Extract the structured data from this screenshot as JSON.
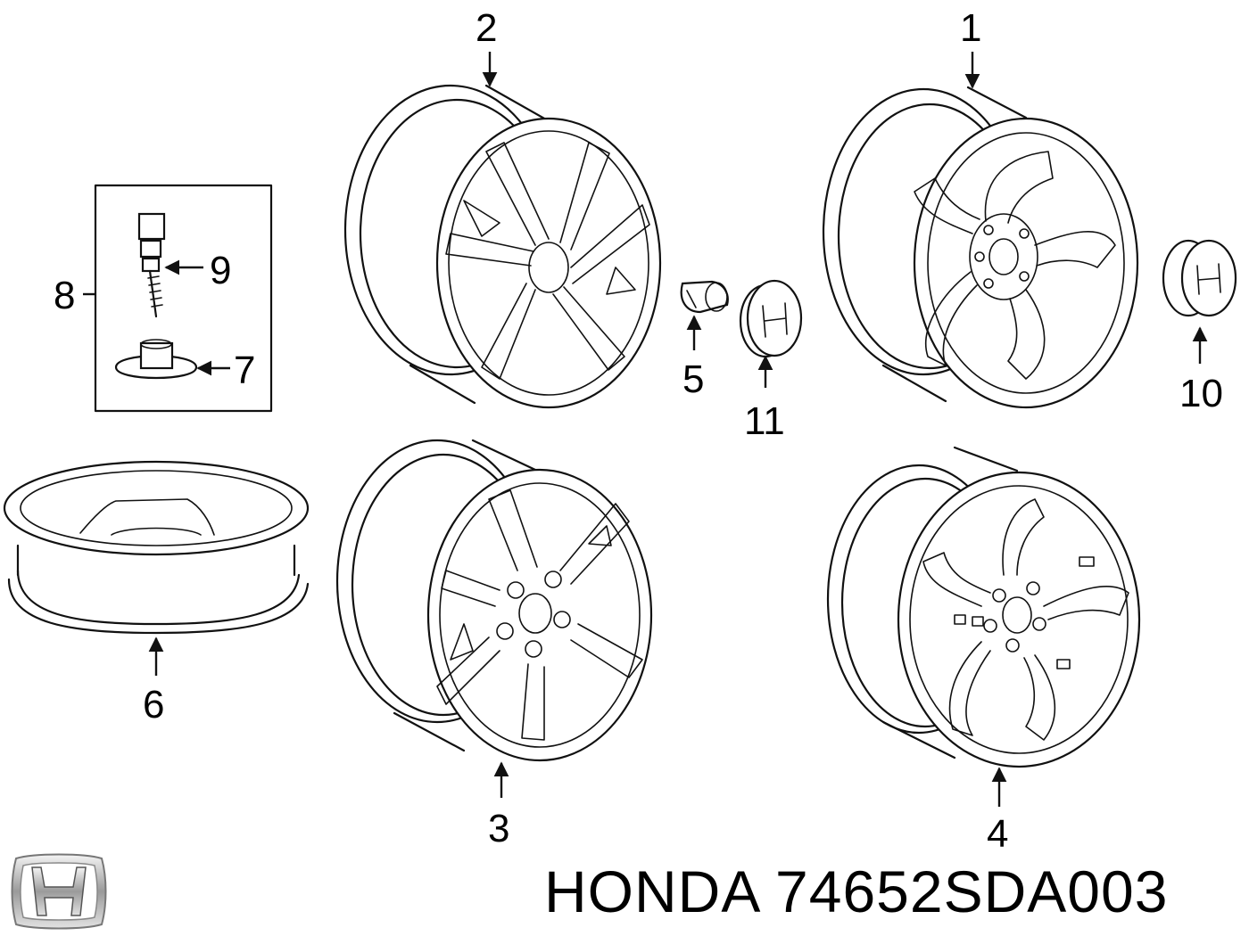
{
  "diagram": {
    "callouts": [
      {
        "id": "1",
        "label": "1"
      },
      {
        "id": "2",
        "label": "2"
      },
      {
        "id": "3",
        "label": "3"
      },
      {
        "id": "4",
        "label": "4"
      },
      {
        "id": "5",
        "label": "5"
      },
      {
        "id": "6",
        "label": "6"
      },
      {
        "id": "7",
        "label": "7"
      },
      {
        "id": "8",
        "label": "8"
      },
      {
        "id": "9",
        "label": "9"
      },
      {
        "id": "10",
        "label": "10"
      },
      {
        "id": "11",
        "label": "11"
      }
    ]
  },
  "footer": {
    "part_number": "HONDA 74652SDA003"
  },
  "logo": {
    "icon": "honda-h-logo-icon"
  }
}
